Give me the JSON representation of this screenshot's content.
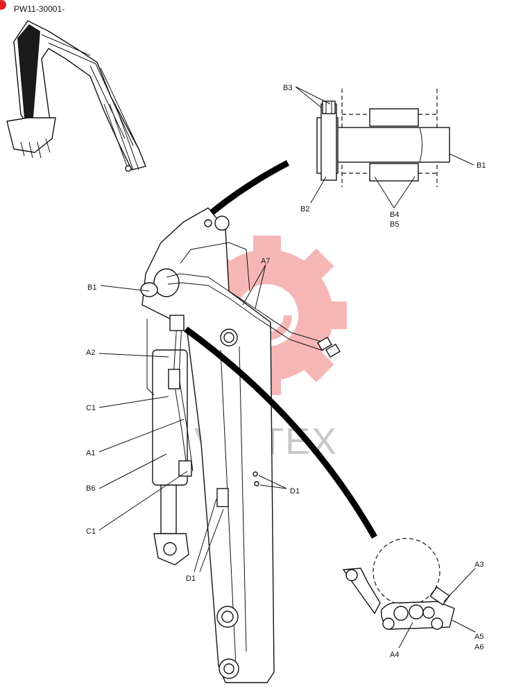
{
  "document": {
    "part_number": "PW11-30001-"
  },
  "watermark": {
    "text": "VIHTEX",
    "color": "#e83030"
  },
  "labels": {
    "b1_detail": "B1",
    "b2": "B2",
    "b3": "B3",
    "b4": "B4",
    "b5": "B5",
    "b1_main": "B1",
    "a7": "A7",
    "a2": "A2",
    "c1_upper": "C1",
    "a1": "A1",
    "b6": "B6",
    "c1_lower": "C1",
    "d1_right": "D1",
    "d1_left": "D1",
    "a3": "A3",
    "a5": "A5",
    "a6": "A6",
    "a4": "A4"
  },
  "icons": {
    "corner_marker": "red-dot-icon",
    "excavator_overview": "excavator-arm-icon"
  }
}
